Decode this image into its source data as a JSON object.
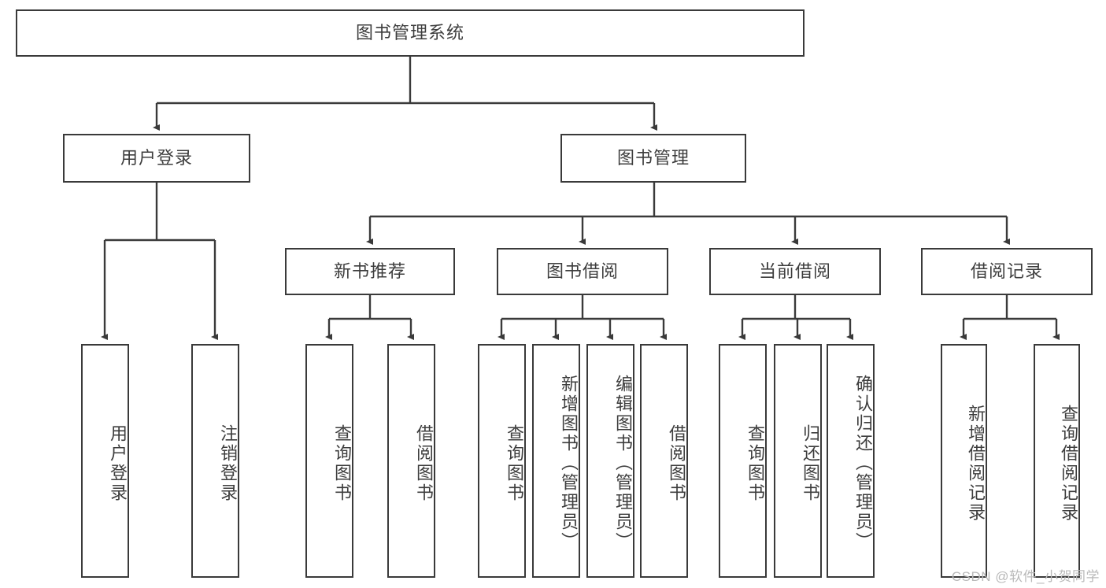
{
  "diagram": {
    "title": "图书管理系统",
    "type": "tree-hierarchy",
    "root": {
      "label": "图书管理系统"
    },
    "level1": [
      {
        "label": "用户登录"
      },
      {
        "label": "图书管理"
      }
    ],
    "level2": [
      {
        "label": "新书推荐"
      },
      {
        "label": "图书借阅"
      },
      {
        "label": "当前借阅"
      },
      {
        "label": "借阅记录"
      }
    ],
    "leaves_user_login": [
      {
        "label": "用户登录"
      },
      {
        "label": "注销登录"
      }
    ],
    "leaves_new_book": [
      {
        "label": "查询图书"
      },
      {
        "label": "借阅图书"
      }
    ],
    "leaves_borrow": [
      {
        "label": "查询图书"
      },
      {
        "label": "新增图书（管理员）"
      },
      {
        "label": "编辑图书（管理员）"
      },
      {
        "label": "借阅图书"
      }
    ],
    "leaves_current": [
      {
        "label": "查询图书"
      },
      {
        "label": "归还图书"
      },
      {
        "label": "确认归还（管理员）"
      }
    ],
    "leaves_records": [
      {
        "label": "新增借阅记录"
      },
      {
        "label": "查询借阅记录"
      }
    ]
  },
  "watermark": {
    "text": "CSDN @软件_小贺同学"
  },
  "colors": {
    "stroke": "#3a3a3a",
    "text": "#3d3d3d",
    "background": "#ffffff",
    "watermark": "#b9b9b9"
  }
}
